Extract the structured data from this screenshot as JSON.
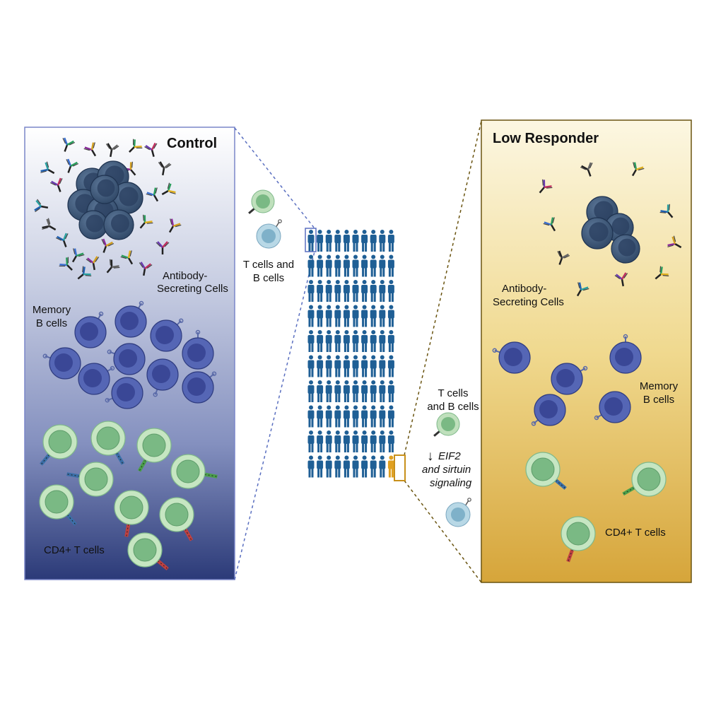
{
  "control": {
    "title": "Control",
    "asc_label_1": "Antibody-",
    "asc_label_2": "Secreting Cells",
    "memory_label_1": "Memory",
    "memory_label_2": "B cells",
    "cd4_label": "CD4+ T cells"
  },
  "middle": {
    "tb_label_1": "T cells and",
    "tb_label_2": "B cells",
    "tb2_label_1": "T cells",
    "tb2_label_2": "and B cells",
    "signal_1": "EIF2",
    "signal_2": "and sirtuin",
    "signal_3": "signaling",
    "arrow": "↓"
  },
  "low": {
    "title": "Low Responder",
    "asc_label_1": "Antibody-",
    "asc_label_2": "Secreting Cells",
    "memory_label_1": "Memory",
    "memory_label_2": "B cells",
    "cd4_label": "CD4+ T cells"
  },
  "colors": {
    "control_top": "#f4f5fb",
    "control_bottom": "#2b3a78",
    "low_top": "#fbf5dd",
    "low_bottom": "#d9a93a",
    "person": "#1f5f95",
    "highlight": "#e0a020",
    "asc": "#3a5478",
    "memory_b": "#4f63b0",
    "t_cell": "#a7d4a5",
    "t_cell_inner": "#6fb07a"
  }
}
